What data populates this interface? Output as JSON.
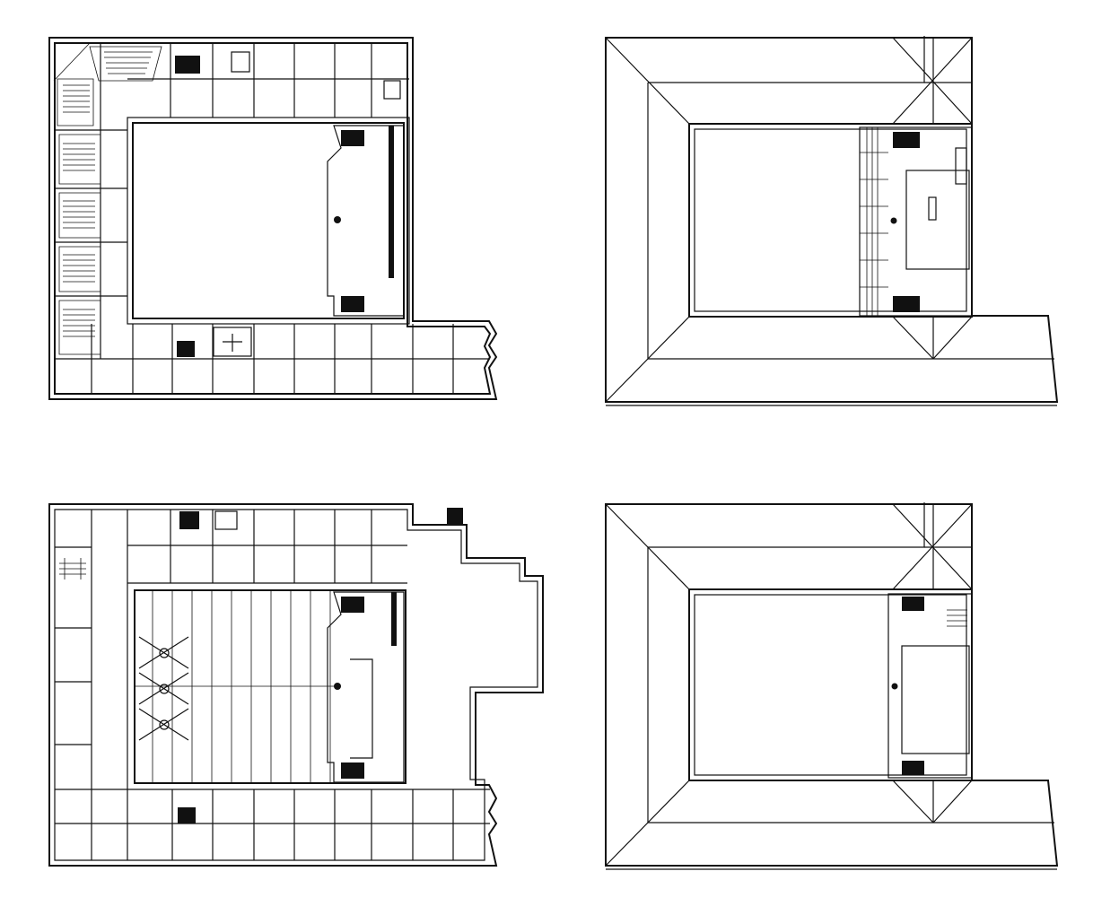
{
  "sheet": {
    "plans": [
      {
        "id": "plan-top-left",
        "kind": "floor-plan",
        "features": [
          "lecture-halls",
          "courtyard",
          "stair-core",
          "perimeter-rooms"
        ]
      },
      {
        "id": "plan-top-right",
        "kind": "roof-plan",
        "features": [
          "hipped-roof",
          "courtyard",
          "upper-volume"
        ]
      },
      {
        "id": "plan-bottom-left",
        "kind": "floor-plan",
        "features": [
          "covered-hall",
          "cross-bracing",
          "annex-wing",
          "perimeter-rooms"
        ]
      },
      {
        "id": "plan-bottom-right",
        "kind": "roof-plan",
        "features": [
          "hipped-roof",
          "courtyard",
          "upper-volume"
        ]
      }
    ],
    "line_color": "#111111",
    "background": "#ffffff"
  }
}
